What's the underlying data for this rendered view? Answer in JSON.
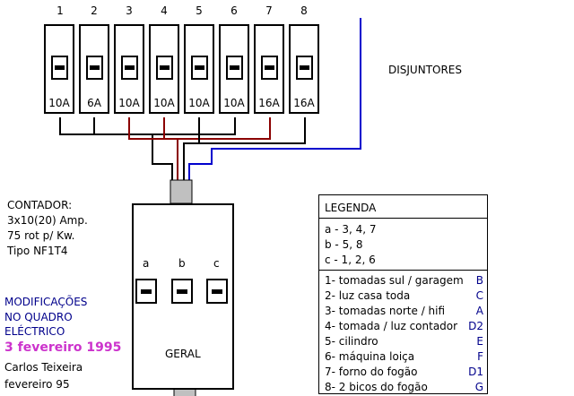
{
  "breakers": [
    {
      "num": "1",
      "amp": "10A"
    },
    {
      "num": "2",
      "amp": "6A"
    },
    {
      "num": "3",
      "amp": "10A"
    },
    {
      "num": "4",
      "amp": "10A"
    },
    {
      "num": "5",
      "amp": "10A"
    },
    {
      "num": "6",
      "amp": "10A"
    },
    {
      "num": "7",
      "amp": "16A"
    },
    {
      "num": "8",
      "amp": "16A"
    }
  ],
  "disjuntores_label": "DISJUNTORES",
  "contador": {
    "title": "CONTADOR:",
    "line1": "3x10(20) Amp.",
    "line2": "75 rot p/ Kw.",
    "line3": "Tipo NF1T4"
  },
  "meter": {
    "phases": [
      "a",
      "b",
      "c"
    ],
    "label": "GERAL"
  },
  "modificacoes": {
    "line1": "MODIFICAÇÕES",
    "line2": "NO QUADRO",
    "line3": "ELÉCTRICO",
    "date": "3 fevereiro 1995",
    "author": "Carlos Teixeira",
    "orig_date": "fevereiro  95"
  },
  "legenda": {
    "title": "LEGENDA",
    "phase_map": [
      "a -  3, 4, 7",
      "b -  5, 8",
      "c -  1, 2, 6"
    ],
    "items": [
      {
        "text": "1- tomadas sul / garagem",
        "code": "B"
      },
      {
        "text": "2- luz casa toda",
        "code": "C"
      },
      {
        "text": "3- tomadas norte / hifi",
        "code": "A"
      },
      {
        "text": "4- tomada / luz contador",
        "code": "D2"
      },
      {
        "text": "5- cilindro",
        "code": "E"
      },
      {
        "text": "6- máquina loiça",
        "code": "F"
      },
      {
        "text": "7- forno do fogão",
        "code": "D1"
      },
      {
        "text": "8- 2 bicos do fogão",
        "code": "G"
      }
    ]
  },
  "colors": {
    "wire_black": "#000000",
    "wire_brown": "#8b0000",
    "wire_blue": "#0000cd",
    "cable_gray": "#c0c0c0",
    "mod_text": "#00008b",
    "date_text": "#cc33cc"
  }
}
